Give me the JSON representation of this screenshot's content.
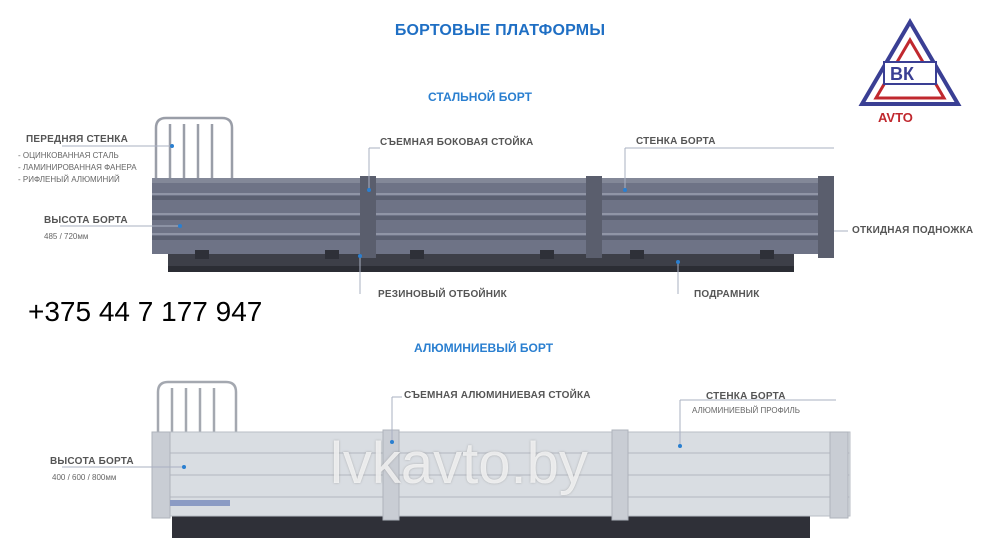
{
  "header": {
    "title": "БОРТОВЫЕ ПЛАТФОРМЫ"
  },
  "logo": {
    "letters": "ВК",
    "text": "AVTO"
  },
  "contact": {
    "phone": "+375 44 7 177 947"
  },
  "watermark": "lvkavto.by",
  "steel": {
    "title": "СТАЛЬНОЙ БОРТ",
    "front_wall": "ПЕРЕДНЯЯ СТЕНКА",
    "materials": [
      "- ОЦИНКОВАННАЯ СТАЛЬ",
      "- ЛАМИНИРОВАННАЯ ФАНЕРА",
      "- РИФЛЕНЫЙ АЛЮМИНИЙ"
    ],
    "side_height": "ВЫСОТА БОРТА",
    "side_height_values": "485 / 720мм",
    "removable_post": "СЪЕМНАЯ БОКОВАЯ СТОЙКА",
    "side_wall": "СТЕНКА БОРТА",
    "folding_step": "ОТКИДНАЯ ПОДНОЖКА",
    "rubber_bumper": "РЕЗИНОВЫЙ ОТБОЙНИК",
    "subframe": "ПОДРАМНИК"
  },
  "aluminum": {
    "title": "АЛЮМИНИЕВЫЙ БОРТ",
    "removable_post": "СЪЕМНАЯ АЛЮМИНИЕВАЯ СТОЙКА",
    "side_wall": "СТЕНКА БОРТА",
    "profile": "АЛЮМИНИЕВЫЙ ПРОФИЛЬ",
    "side_height": "ВЫСОТА БОРТА",
    "side_height_values": "400 / 600 / 800мм"
  },
  "colors": {
    "accent": "#1f6fc4",
    "steel": "#6e7386",
    "aluminum": "#d9dde2",
    "logo_red": "#c0282e",
    "logo_blue": "#3a3f94"
  }
}
